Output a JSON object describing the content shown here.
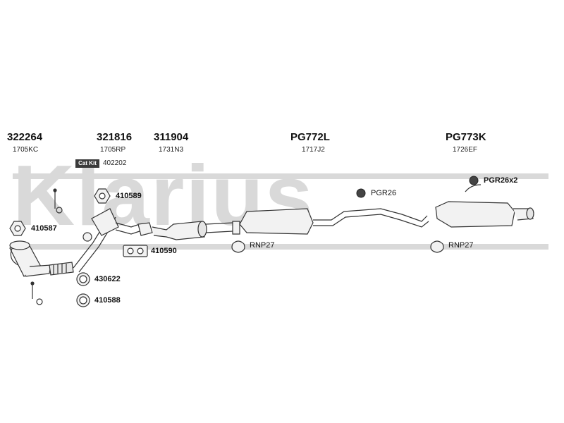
{
  "watermark": {
    "text": "Klarius"
  },
  "top_parts": [
    {
      "part": "322264",
      "code": "1705KC"
    },
    {
      "part": "321816",
      "code": "1705RP"
    },
    {
      "part": "311904",
      "code": "1731N3"
    },
    {
      "part": "PG772L",
      "code": "1717J2"
    },
    {
      "part": "PG773K",
      "code": "1726EF"
    }
  ],
  "cat_kit": {
    "badge": "Cat Kit",
    "code": "402202"
  },
  "fittings": {
    "f410589": "410589",
    "f410587": "410587",
    "f410590": "410590",
    "f430622": "430622",
    "f410588": "410588",
    "rnp27_a": "RNP27",
    "rnp27_b": "RNP27",
    "pgr26": "PGR26",
    "pgr26x2": "PGR26x2"
  },
  "colors": {
    "line": "#333333",
    "watermark": "#d9d9d9",
    "fill": "#f2f2f2"
  }
}
